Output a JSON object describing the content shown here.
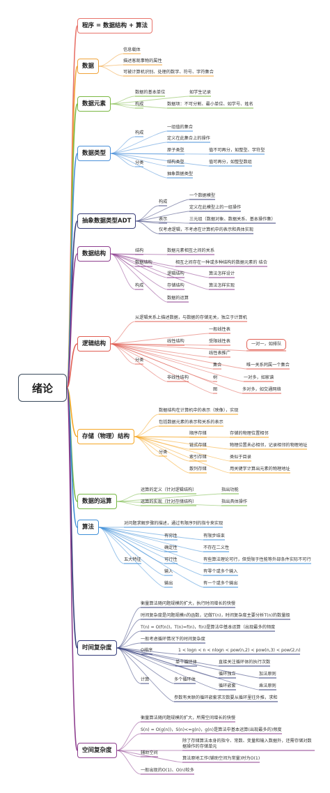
{
  "root": "绪论",
  "branches": [
    {
      "id": "b1",
      "title": "程序 = 数据结构 + 算法",
      "color": "#e8736a"
    },
    {
      "id": "b2",
      "title": "数据",
      "color": "#f0a33a",
      "items": [
        "信息载体",
        "描述客观事物的属性",
        "可被计算机识别、处理的数字、符号、字符集合"
      ]
    },
    {
      "id": "b3",
      "title": "数据元素",
      "color": "#7bb843",
      "items": [
        "数据的基本单位",
        "如学生记录",
        "构成",
        "数据项：不可分割、最小单位、如学号、姓名"
      ]
    },
    {
      "id": "b4",
      "title": "数据类型",
      "color": "#4a90d9",
      "items": [
        "构成",
        "一组值的集合",
        "定义在此集合上的操作",
        "分类",
        "原子类型",
        "值不可再分，如整型、字符型",
        "结构类型",
        "值可再分，如整型数组",
        "抽象数据类型"
      ]
    },
    {
      "id": "b5",
      "title": "抽象数据类型ADT",
      "color": "#3a3f7a",
      "items": [
        "构成",
        "一个数据模型",
        "定义在此模型上的一组操作",
        "表示",
        "三元组（数据对象、数据关系、基本操作集）",
        "仅考虑逻辑，不考虑在计算机中的表示和具体实现"
      ]
    },
    {
      "id": "b6",
      "title": "数据结构",
      "color": "#8e3f8f",
      "items": [
        "结构",
        "数据元素相互之间的关系",
        "数据结构",
        "相互之间存在一种或多种结构的数据元素的 结合",
        "逻辑结构",
        "算法怎样设计",
        "构成",
        "存储结构",
        "算法怎样实现",
        "数据的运算"
      ]
    },
    {
      "id": "b7",
      "title": "逻辑结构",
      "color": "#e05d52",
      "items": [
        "从逻辑关系上描述数据，与数据的存储无关，独立于计算机",
        "线性结构",
        "一般线性表",
        "受限线性表",
        "线性表推广",
        "一对一，如排队",
        "分类",
        "集合",
        "唯一关系同属一个集合",
        "非线性结构",
        "树",
        "一对多，如家谱",
        "图",
        "多对多，如交通网络"
      ]
    },
    {
      "id": "b8",
      "title": "存储（物理）结构",
      "color": "#f5a623",
      "items": [
        "数据结构在计算机中的表示（映像），实现",
        "包括数据元素的表示和关系的表示",
        "顺序存储",
        "存储的物理位置相邻",
        "链式存储",
        "物理位置未必相邻，记录相邻的物理地址",
        "分类",
        "索引存储",
        "类似于目录",
        "散列存储",
        "用关键字计算出元素的物理地址"
      ]
    },
    {
      "id": "b9",
      "title": "数据的运算",
      "color": "#77b845",
      "items": [
        "运算的定义（针对逻辑结构）",
        "指出功能",
        "运算的实现（针对存储结构）",
        "指出具体操作"
      ]
    },
    {
      "id": "b10",
      "title": "算法",
      "color": "#3f8fd8",
      "items": [
        "对问题求解步骤的描述，通过有限序列的指令来实现",
        "有穷性",
        "有限步结束",
        "确定性",
        "不存在二义性",
        "五大特征",
        "可行性",
        "有些算法理论可行，但受限于性能等外部条件实际不可行",
        "输入",
        "有零个或多个输入",
        "输出",
        "有一个或多个输出"
      ]
    },
    {
      "id": "b11",
      "title": "时间复杂度",
      "color": "#333c7a",
      "items": [
        "衡量算法随问题规模的扩大，执行时间增长的快慢",
        "时间复杂度是问题规模n的函数，记做T(n)，时间复杂度主要分析T(n)的数量级",
        "T(n) = O(f(n))，T(n)=f(n)，f(n)是算法中基本运算（出现最多的频度",
        "一般考虑循环情况下的时间复杂度",
        "O排序",
        "1 < logn < n < nlogn < pow(n,2) < pow(n,3) < pow(2,n)",
        "单个循环体",
        "直接关注循环体的执行次数",
        "计算",
        "循环独立",
        "加法原则",
        "多个循环体",
        "循环嵌套",
        "乘法原则",
        "参数有关联的循环嵌套求次数要从循环里往外推，求和"
      ]
    },
    {
      "id": "b12",
      "title": "空间复杂度",
      "color": "#8e3f8f",
      "items": [
        "衡量算法随问题规模的扩大，所需空间增长的快慢",
        "S(n) = O(g(n))，S(n)<=g(n)，g(n)是算法中基本运算(出现最多的)频度",
        "辅助空间",
        "除了存储算法本身的指令、常数、变量和输入数据外，还需存储对数据操作的存储单元",
        "算法原地工作(辅助空间为常量)时为O(1)",
        "一般出现的O(1)、O(n)较多"
      ]
    }
  ]
}
